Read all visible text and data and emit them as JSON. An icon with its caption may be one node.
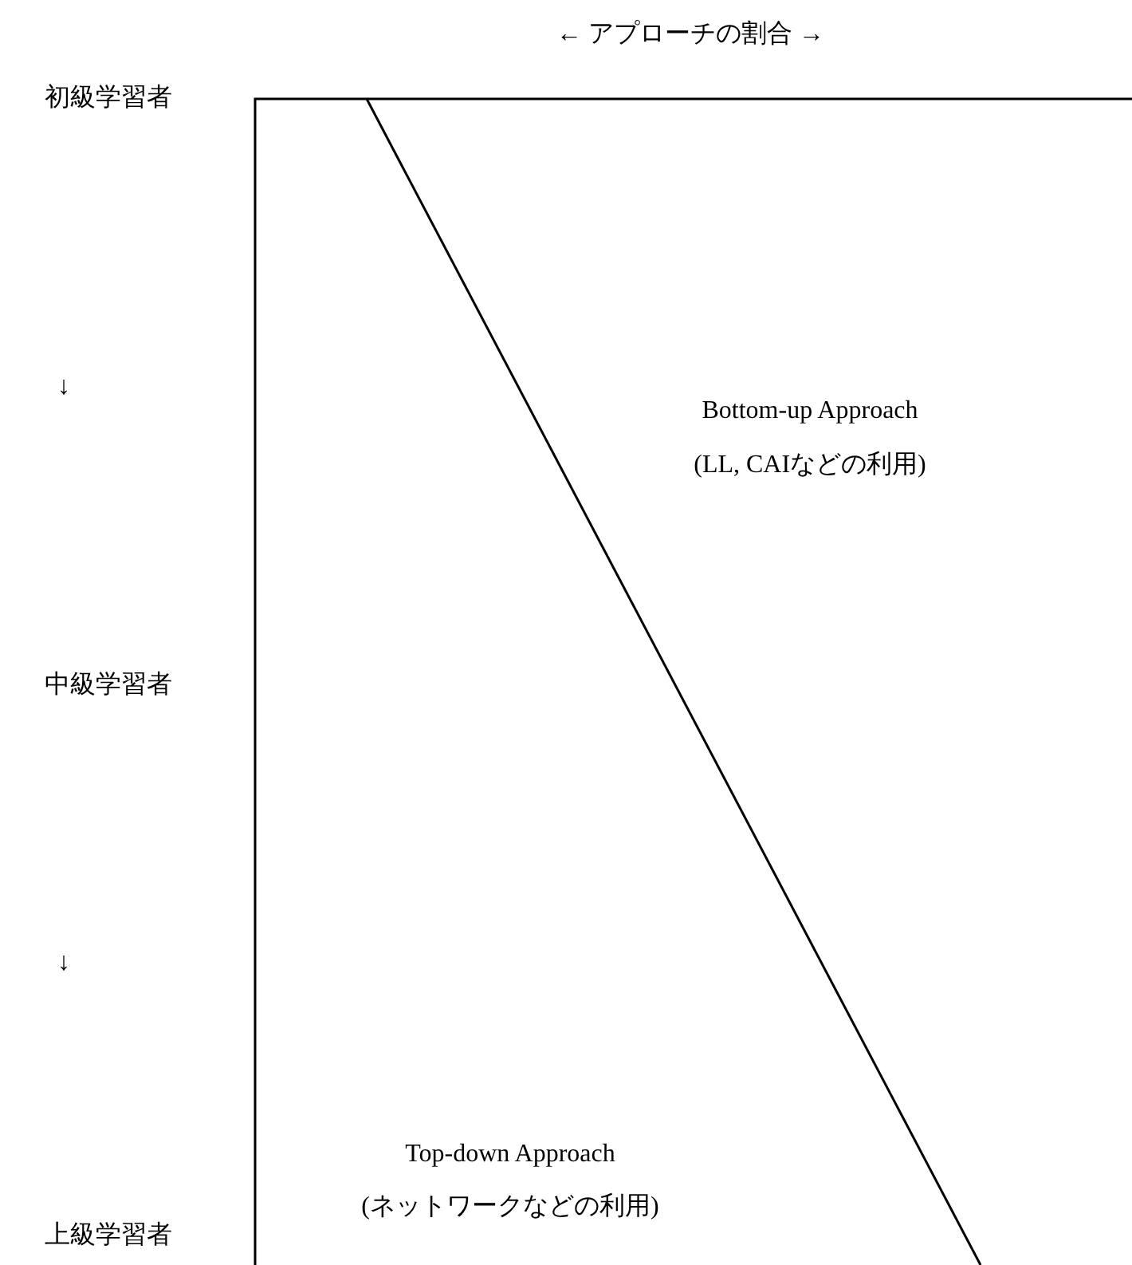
{
  "diagram": {
    "labels": [
      "← アプローチの割合 →",
      "初級学習者",
      "↓",
      "Bottom-up Approach",
      "(LL, CAIなどの利用)",
      "中級学習者",
      "↓",
      "Top-down Approach",
      "(ネットワークなどの利用)",
      "上級学習者"
    ]
  }
}
